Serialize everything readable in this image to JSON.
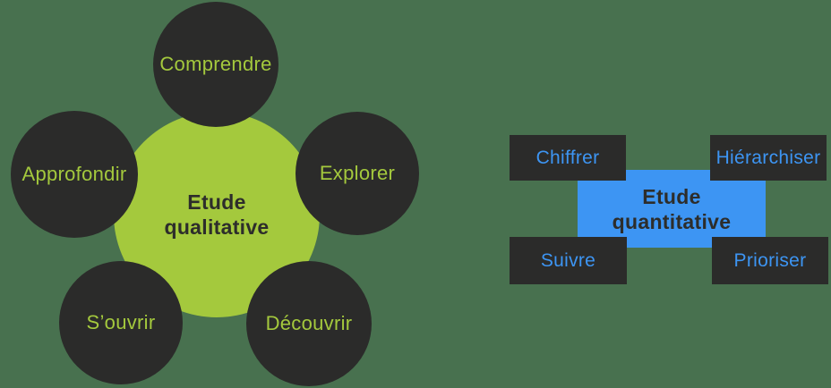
{
  "palette": {
    "background": "#48714F",
    "dark": "#2B2B2A",
    "green": "#A4C93D",
    "blue": "#3D95F3",
    "text-dark": "#2D2D2B"
  },
  "qualitative": {
    "center_line1": "Etude",
    "center_line2": "qualitative",
    "satellites": [
      {
        "id": "comprendre",
        "label": "Comprendre"
      },
      {
        "id": "approfondir",
        "label": "Approfondir"
      },
      {
        "id": "explorer",
        "label": "Explorer"
      },
      {
        "id": "souvrir",
        "label": "S’ouvrir"
      },
      {
        "id": "decouvrir",
        "label": "Découvrir"
      }
    ]
  },
  "quantitative": {
    "center_line1": "Etude",
    "center_line2": "quantitative",
    "satellites": [
      {
        "id": "chiffrer",
        "label": "Chiffrer"
      },
      {
        "id": "hierarchiser",
        "label": "Hiérarchiser"
      },
      {
        "id": "suivre",
        "label": "Suivre"
      },
      {
        "id": "prioriser",
        "label": "Prioriser"
      }
    ]
  }
}
